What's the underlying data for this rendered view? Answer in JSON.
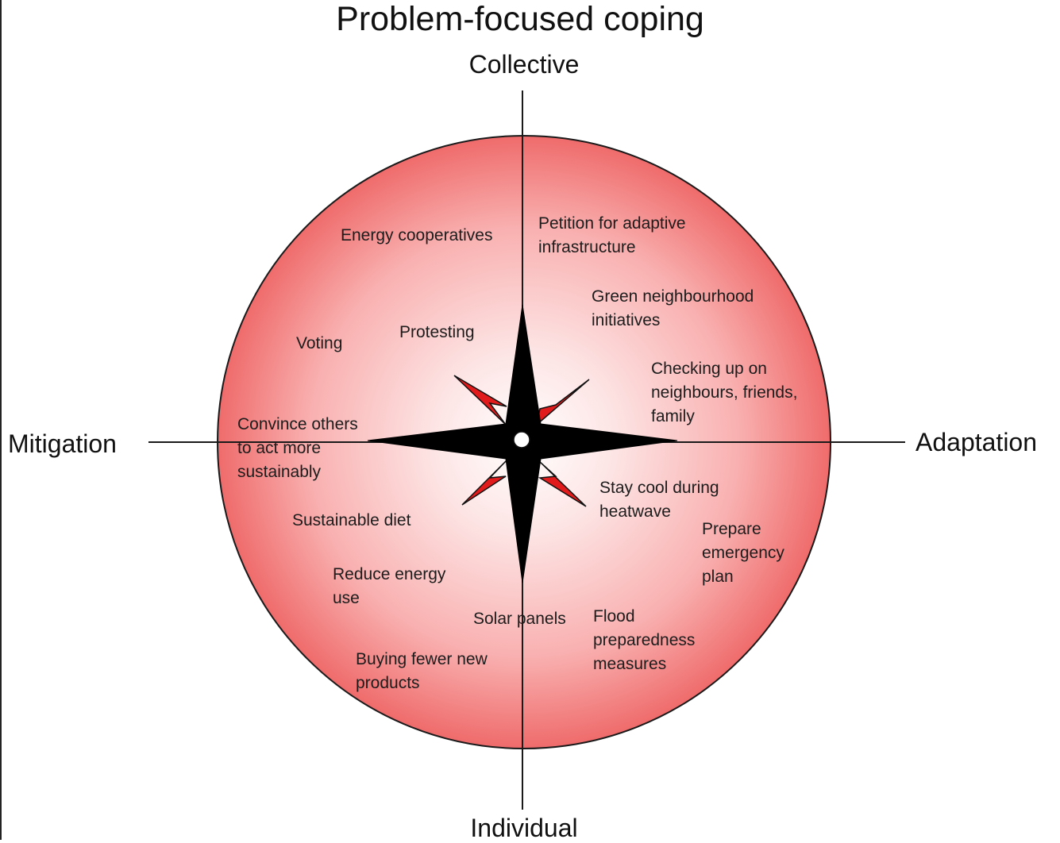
{
  "title": "Problem-focused coping",
  "axes": {
    "top": "Collective",
    "bottom": "Individual",
    "left": "Mitigation",
    "right": "Adaptation"
  },
  "colors": {
    "disc_center": "#ffffff",
    "disc_edge": "#f07070",
    "disc_outline": "#1a1a1a",
    "star_primary": "#000000",
    "star_secondary": "#e11b1b",
    "axis_line": "#1a1a1a"
  },
  "items": {
    "energy_cooperatives": [
      "Energy cooperatives"
    ],
    "petition": [
      "Petition for adaptive",
      "infrastructure"
    ],
    "green_neighbourhood": [
      "Green neighbourhood",
      "initiatives"
    ],
    "voting": [
      "Voting"
    ],
    "protesting": [
      "Protesting"
    ],
    "checking_up": [
      "Checking up on",
      "neighbours, friends,",
      "family"
    ],
    "convince_others": [
      "Convince others",
      "to act more",
      "sustainably"
    ],
    "stay_cool": [
      "Stay cool during",
      "heatwave"
    ],
    "prepare_plan": [
      "Prepare",
      "emergency",
      "plan"
    ],
    "sustainable_diet": [
      "Sustainable diet"
    ],
    "reduce_energy": [
      "Reduce energy",
      "use"
    ],
    "solar_panels": [
      "Solar panels"
    ],
    "flood_preparedness": [
      "Flood",
      "preparedness",
      "measures"
    ],
    "buying_fewer": [
      "Buying fewer new",
      "products"
    ]
  }
}
